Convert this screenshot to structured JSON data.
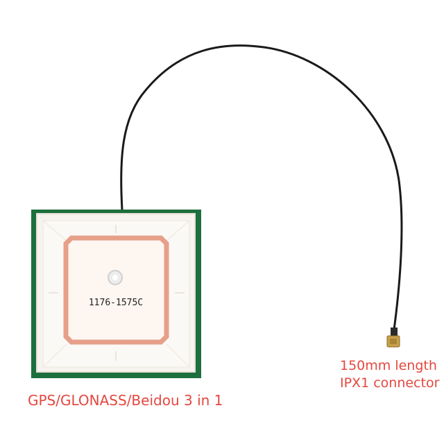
{
  "product": {
    "chip_marking": "1176-1575C",
    "caption_left": "GPS/GLONASS/Beidou 3 in 1",
    "caption_right_line1": "150mm length",
    "caption_right_line2": "IPX1 connector"
  },
  "colors": {
    "pcb_green": "#1d6f3d",
    "ceramic_white": "#f7f4ef",
    "copper": "#e6a089",
    "caption_red": "#e4473f",
    "cable": "#1a1a1a",
    "connector_gold": "#c9a04a"
  }
}
